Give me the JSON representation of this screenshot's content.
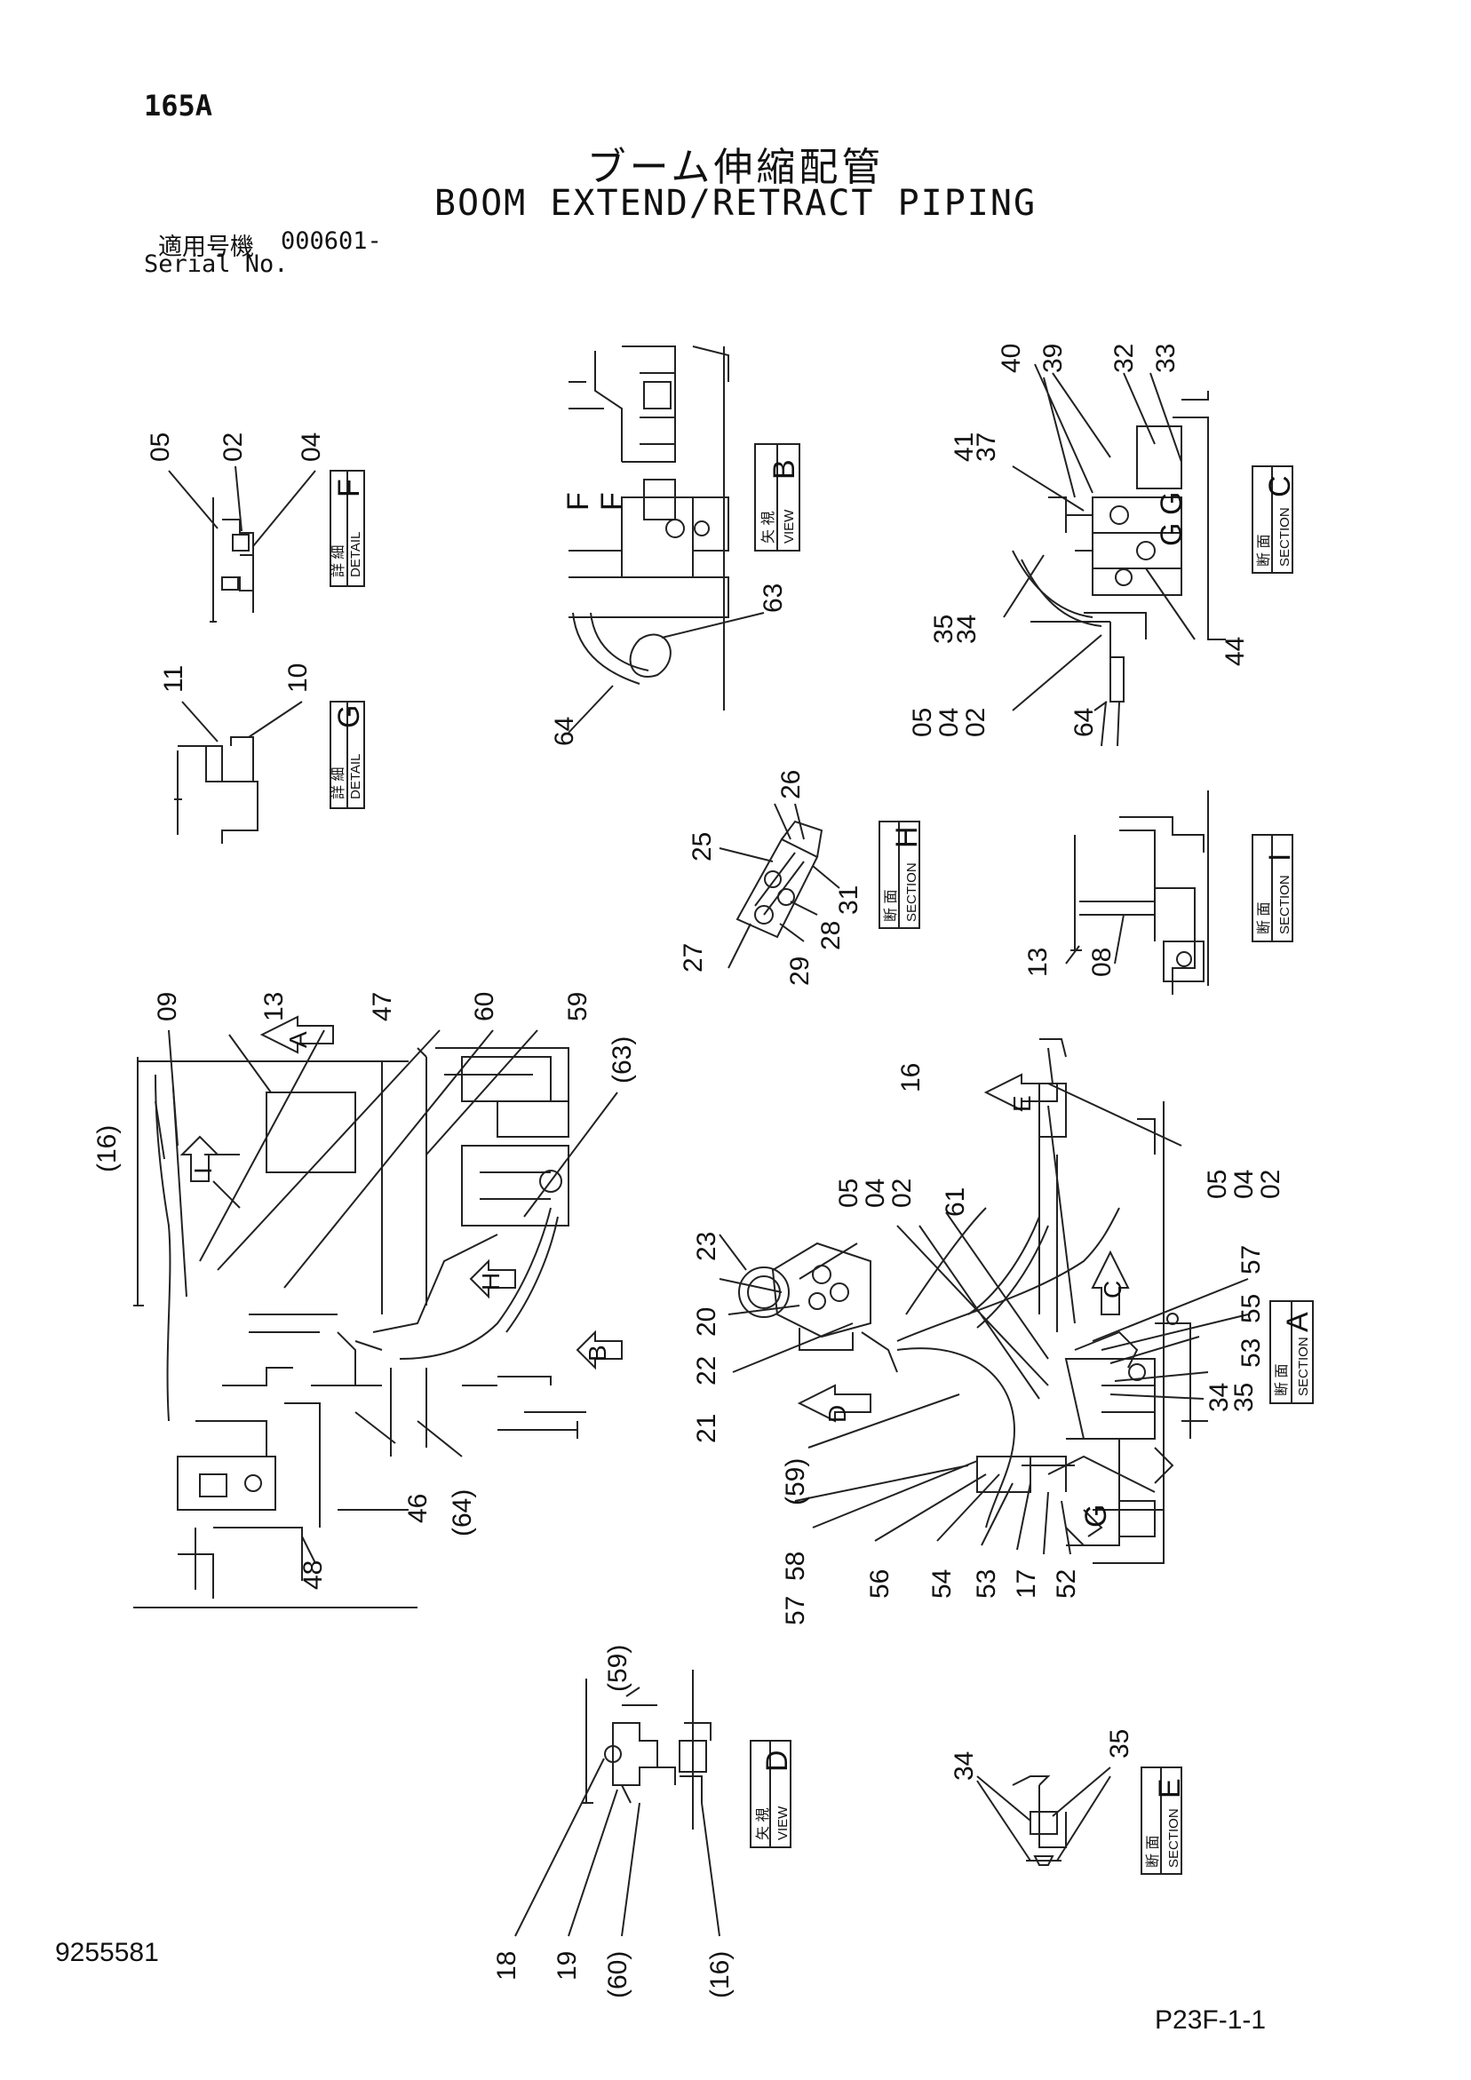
{
  "header": {
    "page_code": "165A",
    "title_jp": "ブーム伸縮配管",
    "title_en": "BOOM EXTEND/RETRACT PIPING",
    "serial_label_jp": "適用号機",
    "serial_value": "000601-",
    "serial_label_en": "Serial No."
  },
  "boxes": {
    "detail_f": {
      "jp": "詳 細",
      "en": "DETAIL",
      "letter": "F"
    },
    "detail_g": {
      "jp": "詳 細",
      "en": "DETAIL",
      "letter": "G"
    },
    "view_b": {
      "jp": "矢 視",
      "en": "VIEW",
      "letter": "B"
    },
    "section_c": {
      "jp": "断 面",
      "en": "SECTION",
      "letter": "C"
    },
    "section_h": {
      "jp": "断 面",
      "en": "SECTION",
      "letter": "H"
    },
    "section_i": {
      "jp": "断 面",
      "en": "SECTION",
      "letter": "I"
    },
    "section_a": {
      "jp": "断 面",
      "en": "SECTION",
      "letter": "A"
    },
    "view_d": {
      "jp": "矢 視",
      "en": "VIEW",
      "letter": "D"
    },
    "section_e": {
      "jp": "断 面",
      "en": "SECTION",
      "letter": "E"
    }
  },
  "callouts": {
    "detail_f": [
      "05",
      "02",
      "04"
    ],
    "detail_g": [
      "11",
      "10"
    ],
    "view_b": [
      "63",
      "64"
    ],
    "view_b_letters": [
      "F",
      "F"
    ],
    "section_c": [
      "40",
      "39",
      "32",
      "33",
      "41",
      "37",
      "35",
      "34",
      "44",
      "05",
      "04",
      "02",
      "64"
    ],
    "section_c_letters": [
      "G",
      "G"
    ],
    "section_h": [
      "26",
      "25",
      "31",
      "28",
      "27",
      "29"
    ],
    "section_i": [
      "13",
      "08"
    ],
    "main_left": [
      "09",
      "13",
      "47",
      "60",
      "59",
      "(63)",
      "(16)",
      "46",
      "(64)",
      "48"
    ],
    "main_left_arrows": [
      "A",
      "I",
      "H",
      "B"
    ],
    "main_right": [
      "16",
      "05",
      "04",
      "02",
      "61",
      "05",
      "04",
      "02",
      "23",
      "57",
      "55",
      "53",
      "20",
      "22",
      "34",
      "35",
      "21",
      "(59)",
      "58",
      "57",
      "56",
      "54",
      "53",
      "17",
      "52"
    ],
    "main_right_arrows": [
      "E",
      "C",
      "D",
      "G"
    ],
    "view_d": [
      "(59)",
      "18",
      "19",
      "(60)",
      "(16)"
    ],
    "section_e": [
      "34",
      "35"
    ]
  },
  "footer": {
    "doc_number": "9255581",
    "sheet_ref": "P23F-1-1"
  }
}
